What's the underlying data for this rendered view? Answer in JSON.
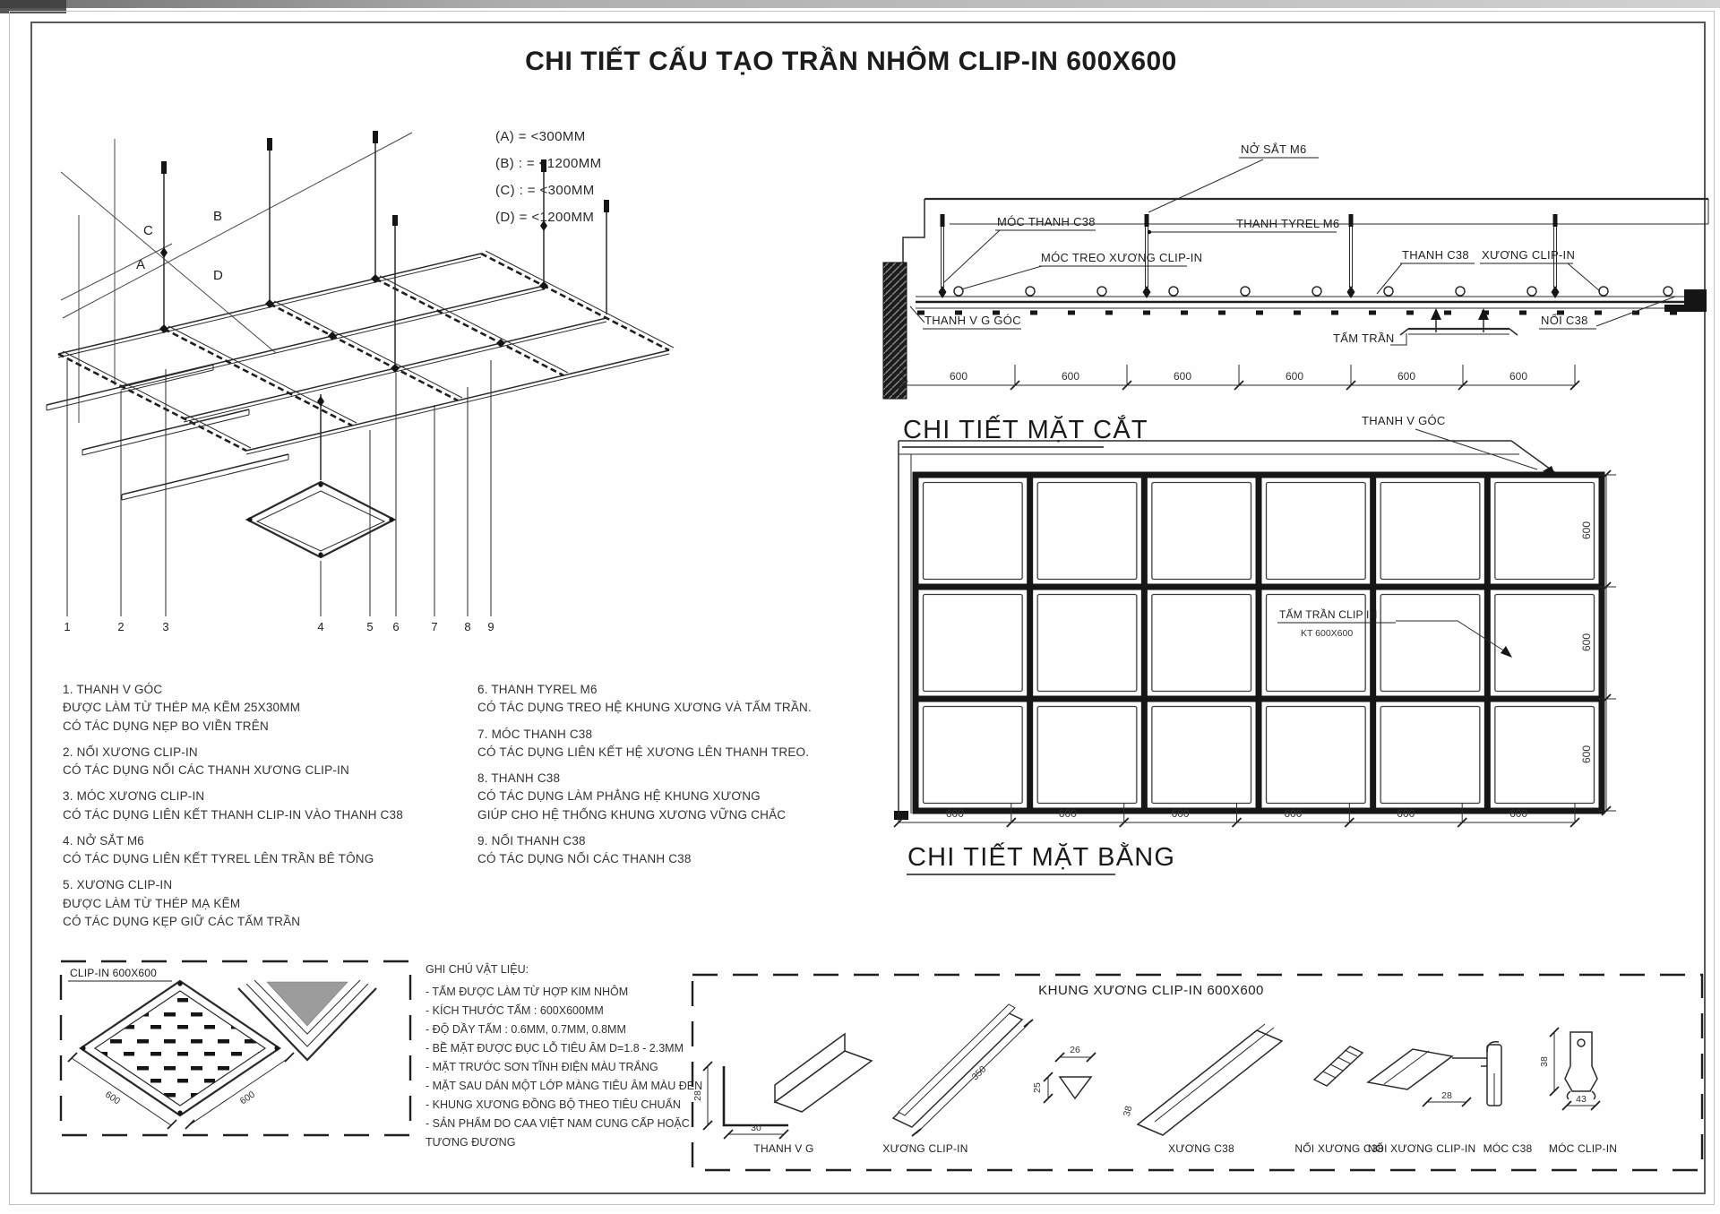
{
  "sheet": {
    "title": "CHI TIẾT CẤU TẠO TRẦN NHÔM CLIP-IN 600X600"
  },
  "spacing_notes": {
    "a": "(A) = <300MM",
    "b": "(B) : = <1200MM",
    "c": "(C) : = <300MM",
    "d": "(D) = <1200MM"
  },
  "iso_view": {
    "dim_letters": [
      "A",
      "B",
      "C",
      "D"
    ],
    "callouts": [
      "1",
      "2",
      "3",
      "4",
      "5",
      "6",
      "7",
      "8",
      "9"
    ]
  },
  "section_detail": {
    "heading": "CHI TIẾT MẶT CẮT",
    "labels": {
      "no_sat_m6": "NỞ SẮT M6",
      "moc_thanh_c38": "MÓC THANH C38",
      "thanh_tyrel_m6": "THANH TYREL M6",
      "moc_treo_xuong_clipin": "MÓC TREO XƯƠNG CLIP-IN",
      "thanh_c38": "THANH C38",
      "xuong_clipin": "XƯƠNG CLIP-IN",
      "thanh_v_g_goc": "THANH V G GÓC",
      "tam_tran": "TẤM TRẦN",
      "noi_c38": "NỐI C38"
    },
    "dims": [
      "600",
      "600",
      "600",
      "600",
      "600",
      "600"
    ]
  },
  "plan_detail": {
    "heading": "CHI TIẾT MẶT BẰNG",
    "thanh_v_goc": "THANH V GÓC",
    "panel_label_line1": "TẤM TRẦN CLIP IN",
    "panel_label_line2": "KT 600X600",
    "bottom_dims": [
      "600",
      "600",
      "600",
      "600",
      "600",
      "600"
    ],
    "right_dims": [
      "600",
      "600",
      "600"
    ]
  },
  "notes_left": [
    {
      "title": "1. THANH V GÓC",
      "lines": [
        "ĐƯỢC LÀM TỪ THÉP MẠ KẼM 25X30MM",
        "CÓ TÁC DỤNG NẸP BO VIỀN TRÊN"
      ]
    },
    {
      "title": "2. NỐI XƯƠNG CLIP-IN",
      "lines": [
        "CÓ TÁC DỤNG NỐI CÁC THANH XƯƠNG CLIP-IN"
      ]
    },
    {
      "title": "3. MÓC XƯƠNG CLIP-IN",
      "lines": [
        "CÓ TÁC DỤNG LIÊN KẾT THANH CLIP-IN VÀO THANH C38"
      ]
    },
    {
      "title": "4. NỞ SẮT M6",
      "lines": [
        "CÓ TÁC DỤNG LIÊN KẾT TYREL LÊN TRẦN BÊ TÔNG"
      ]
    },
    {
      "title": "5. XƯƠNG CLIP-IN",
      "lines": [
        "ĐƯỢC LÀM TỪ THÉP MẠ KẼM",
        "CÓ TÁC DỤNG KẸP GIỮ CÁC TẤM TRẦN"
      ]
    }
  ],
  "notes_right": [
    {
      "title": "6. THANH TYREL M6",
      "lines": [
        "CÓ TÁC DỤNG TREO HỆ KHUNG XƯƠNG VÀ TẤM TRẦN."
      ]
    },
    {
      "title": "7. MÓC THANH C38",
      "lines": [
        "CÓ TÁC DỤNG LIÊN KẾT HỆ XƯƠNG LÊN THANH TREO."
      ]
    },
    {
      "title": "8. THANH C38",
      "lines": [
        "CÓ TÁC DỤNG LÀM PHẲNG HỆ KHUNG XƯƠNG",
        "GIÚP CHO HỆ THỐNG KHUNG XƯƠNG VỮNG CHẮC"
      ]
    },
    {
      "title": "9. NỐI THANH C38",
      "lines": [
        "CÓ TÁC DỤNG NỐI CÁC THANH C38"
      ]
    }
  ],
  "material_notes": {
    "heading": "GHI CHÚ VẬT LIỆU:",
    "lines": [
      "- TẤM ĐƯỢC LÀM TỪ HỢP KIM NHÔM",
      "- KÍCH THƯỚC TẤM : 600X600MM",
      "- ĐỘ DẦY TẤM : 0.6MM, 0.7MM, 0.8MM",
      "- BỀ MẶT ĐƯỢC ĐỤC LỖ TIÊU ÂM D=1.8 - 2.3MM",
      "- MẶT TRƯỚC SƠN TĨNH ĐIỆN MÀU TRẮNG",
      "- MẶT SAU DÁN MỘT LỚP MÀNG TIÊU ÂM MÀU ĐEN",
      "- KHUNG XƯƠNG ĐỒNG BỘ THEO TIÊU CHUẨN",
      "- SẢN PHẨM DO CAA VIỆT NAM CUNG CẤP HOẶC",
      "TƯƠNG ĐƯƠNG"
    ]
  },
  "panel_box": {
    "label": "CLIP-IN 600X600",
    "edge_dim_left": "600",
    "edge_dim_right": "600"
  },
  "frame_box": {
    "title": "KHUNG XƯƠNG CLIP-IN 600X600",
    "labels": [
      "THANH V G",
      "XƯƠNG CLIP-IN",
      "XƯƠNG C38",
      "NỐI XƯƠNG C38",
      "NỐI XƯƠNG CLIP-IN",
      "MÓC C38",
      "MÓC CLIP-IN"
    ],
    "dims": {
      "thanh_v_g_h": "28",
      "thanh_v_g_w": "30",
      "clipin_len": "350",
      "clipin_w": "26",
      "clipin_h": "25",
      "c38_h": "38",
      "noi_clipin_w": "28",
      "moc_clipin_h": "38",
      "moc_clipin_w": "43"
    }
  },
  "colors": {
    "line": "#2b2b2b",
    "text": "#222222",
    "background": "#ffffff"
  }
}
